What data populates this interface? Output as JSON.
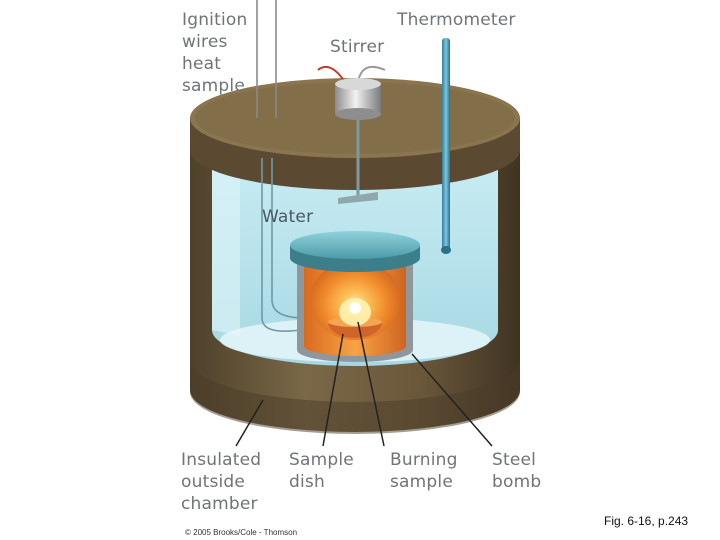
{
  "labels": {
    "ignition": "Ignition\nwires\nheat\nsample",
    "stirrer": "Stirrer",
    "thermometer": "Thermometer",
    "water": "Water",
    "insulated": "Insulated\noutside\nchamber",
    "sample_dish": "Sample\ndish",
    "burning_sample": "Burning\nsample",
    "steel_bomb": "Steel\nbomb"
  },
  "copyright": "© 2005 Brooks/Cole - Thomson",
  "figure_ref": "Fig. 6-16, p.243",
  "colors": {
    "label": "#6f7478",
    "water": "#bfe6ee",
    "insulation": "#6b5a3e",
    "flame": "#f6902a",
    "steel": "#9aa4a8"
  }
}
